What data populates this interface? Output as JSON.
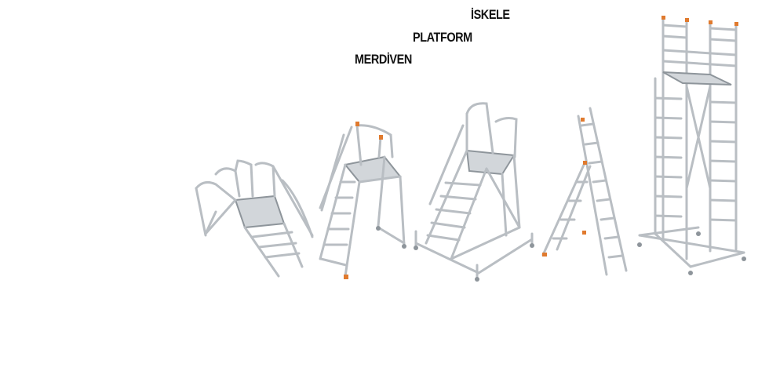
{
  "labels": {
    "merdiven": "MERDİVEN",
    "platform": "PLATFORM",
    "iskele": "İSKELE"
  },
  "colors": {
    "metal": "#b9bec3",
    "metal_dark": "#8e959b",
    "deck": "#d2d6da",
    "accent": "#e07a2e",
    "text": "#111111"
  }
}
